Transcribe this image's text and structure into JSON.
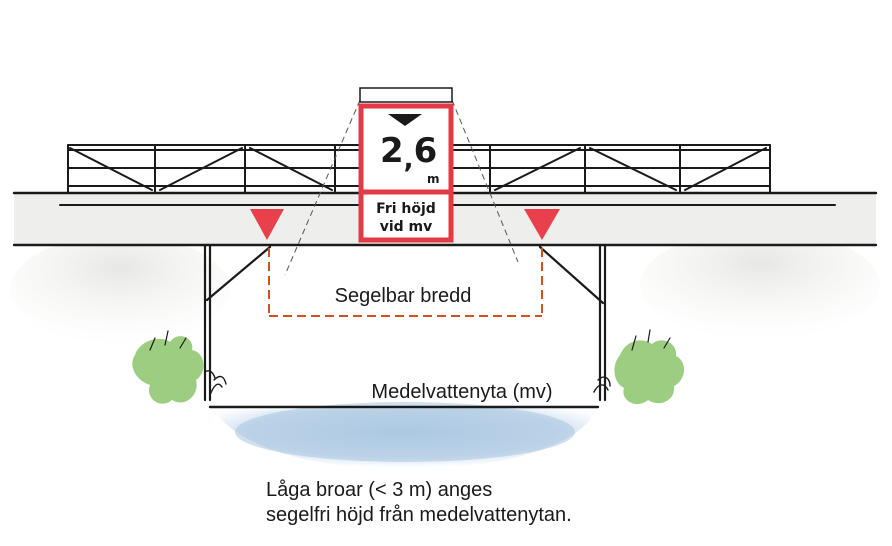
{
  "sign": {
    "value_int": "2",
    "value_sep": ",",
    "value_dec": "6",
    "unit": "m",
    "text_line1": "Fri höjd",
    "text_line2": "vid mv",
    "border_color": "#e63946"
  },
  "labels": {
    "navigable_width": "Segelbar bredd",
    "mean_water_level": "Medelvattenyta (mv)"
  },
  "caption": {
    "line1": "Låga broar (< 3 m) anges",
    "line2": "segelfri höjd från medelvattenytan."
  },
  "colors": {
    "marker_red": "#e8414b",
    "dashed_orange": "#d0531f",
    "water_blue": "#a9c6e0",
    "vegetation_green": "#8cc46a",
    "deck_gray": "#eeeeec"
  },
  "icons": {
    "left_marker": "red-down-triangle-icon",
    "right_marker": "red-down-triangle-icon",
    "sign_arrow": "black-down-triangle-icon"
  }
}
